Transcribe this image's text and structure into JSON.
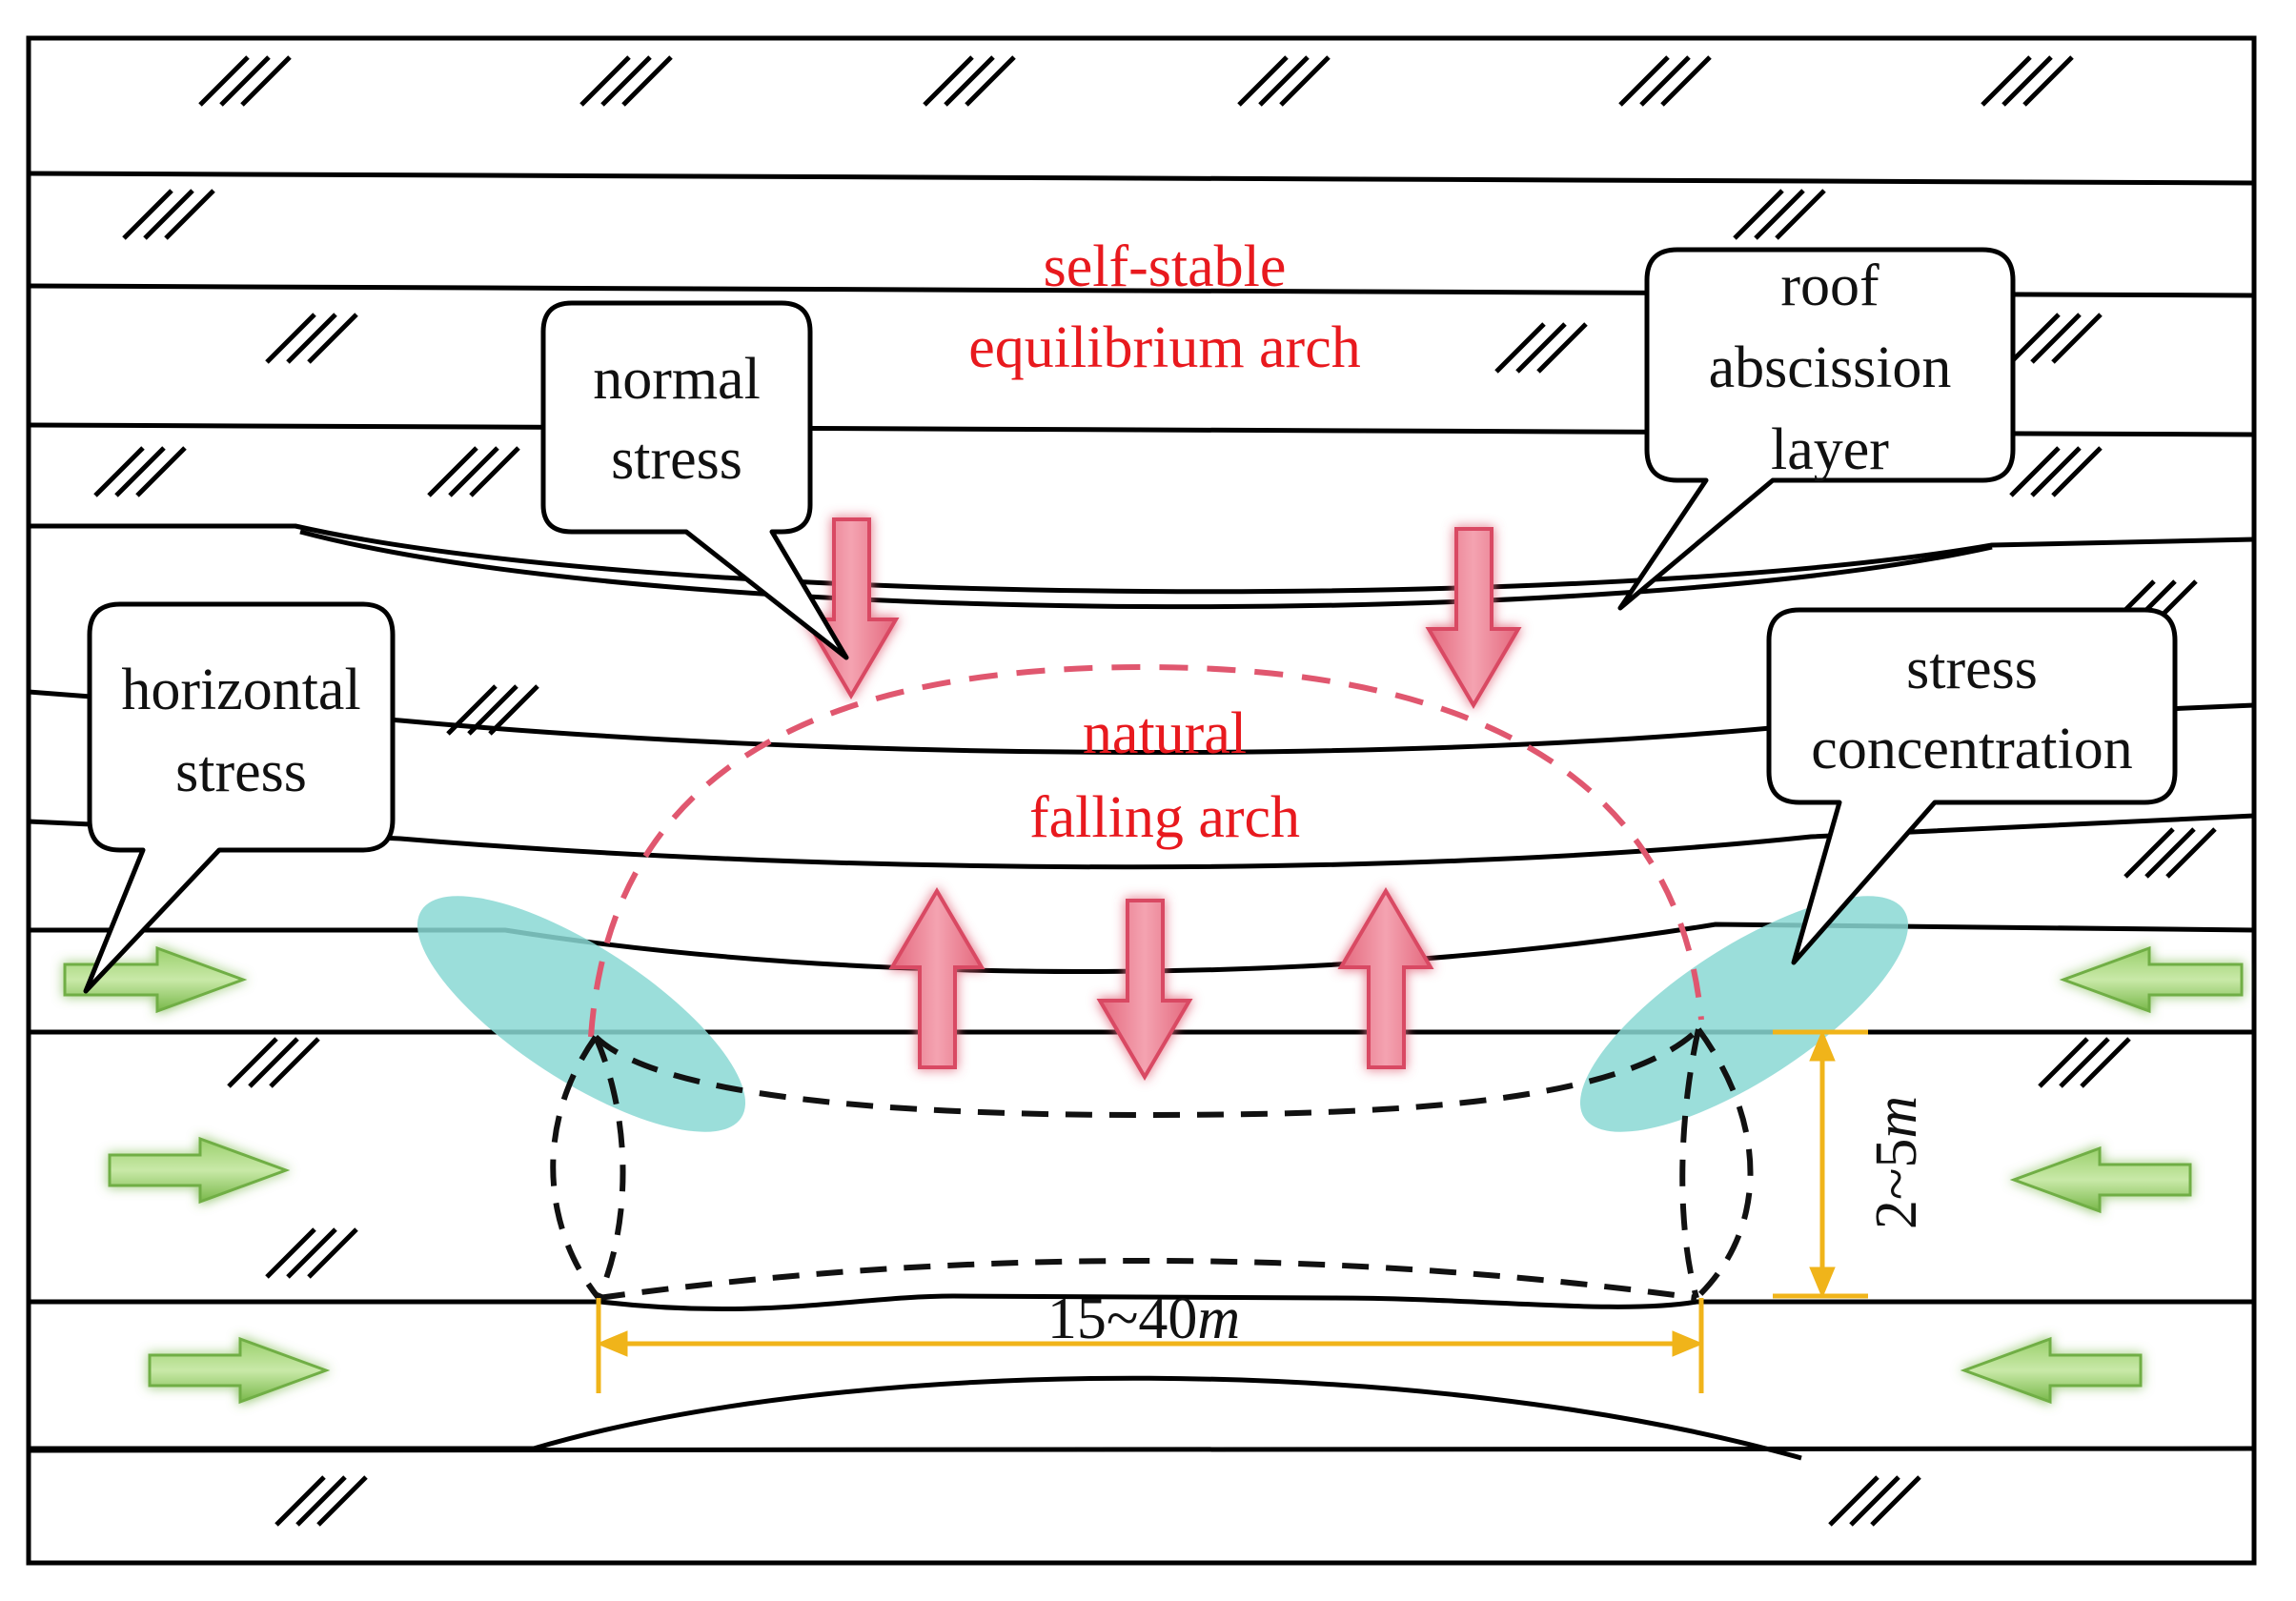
{
  "labels": {
    "self_stable_line1": "self-stable",
    "self_stable_line2": "equilibrium arch",
    "normal_stress_line1": "normal",
    "normal_stress_line2": "stress",
    "roof_line1": "roof",
    "roof_line2": "abscission",
    "roof_line3": "layer",
    "horizontal_line1": "horizontal",
    "horizontal_line2": "stress",
    "stress_conc_line1": "stress",
    "stress_conc_line2": "concentration",
    "natural_line1": "natural",
    "natural_line2": "falling arch"
  },
  "dimensions": {
    "width_value": "15~40",
    "width_unit": "m",
    "height_value": "2~5",
    "height_unit": "m"
  },
  "colors": {
    "stress_arrow": "#e0576f",
    "horizontal_arrow": "#73b84a",
    "concentration_zone": "#8ad8d3",
    "dimension_line": "#f0b41a",
    "red_text": "#e8191e"
  }
}
